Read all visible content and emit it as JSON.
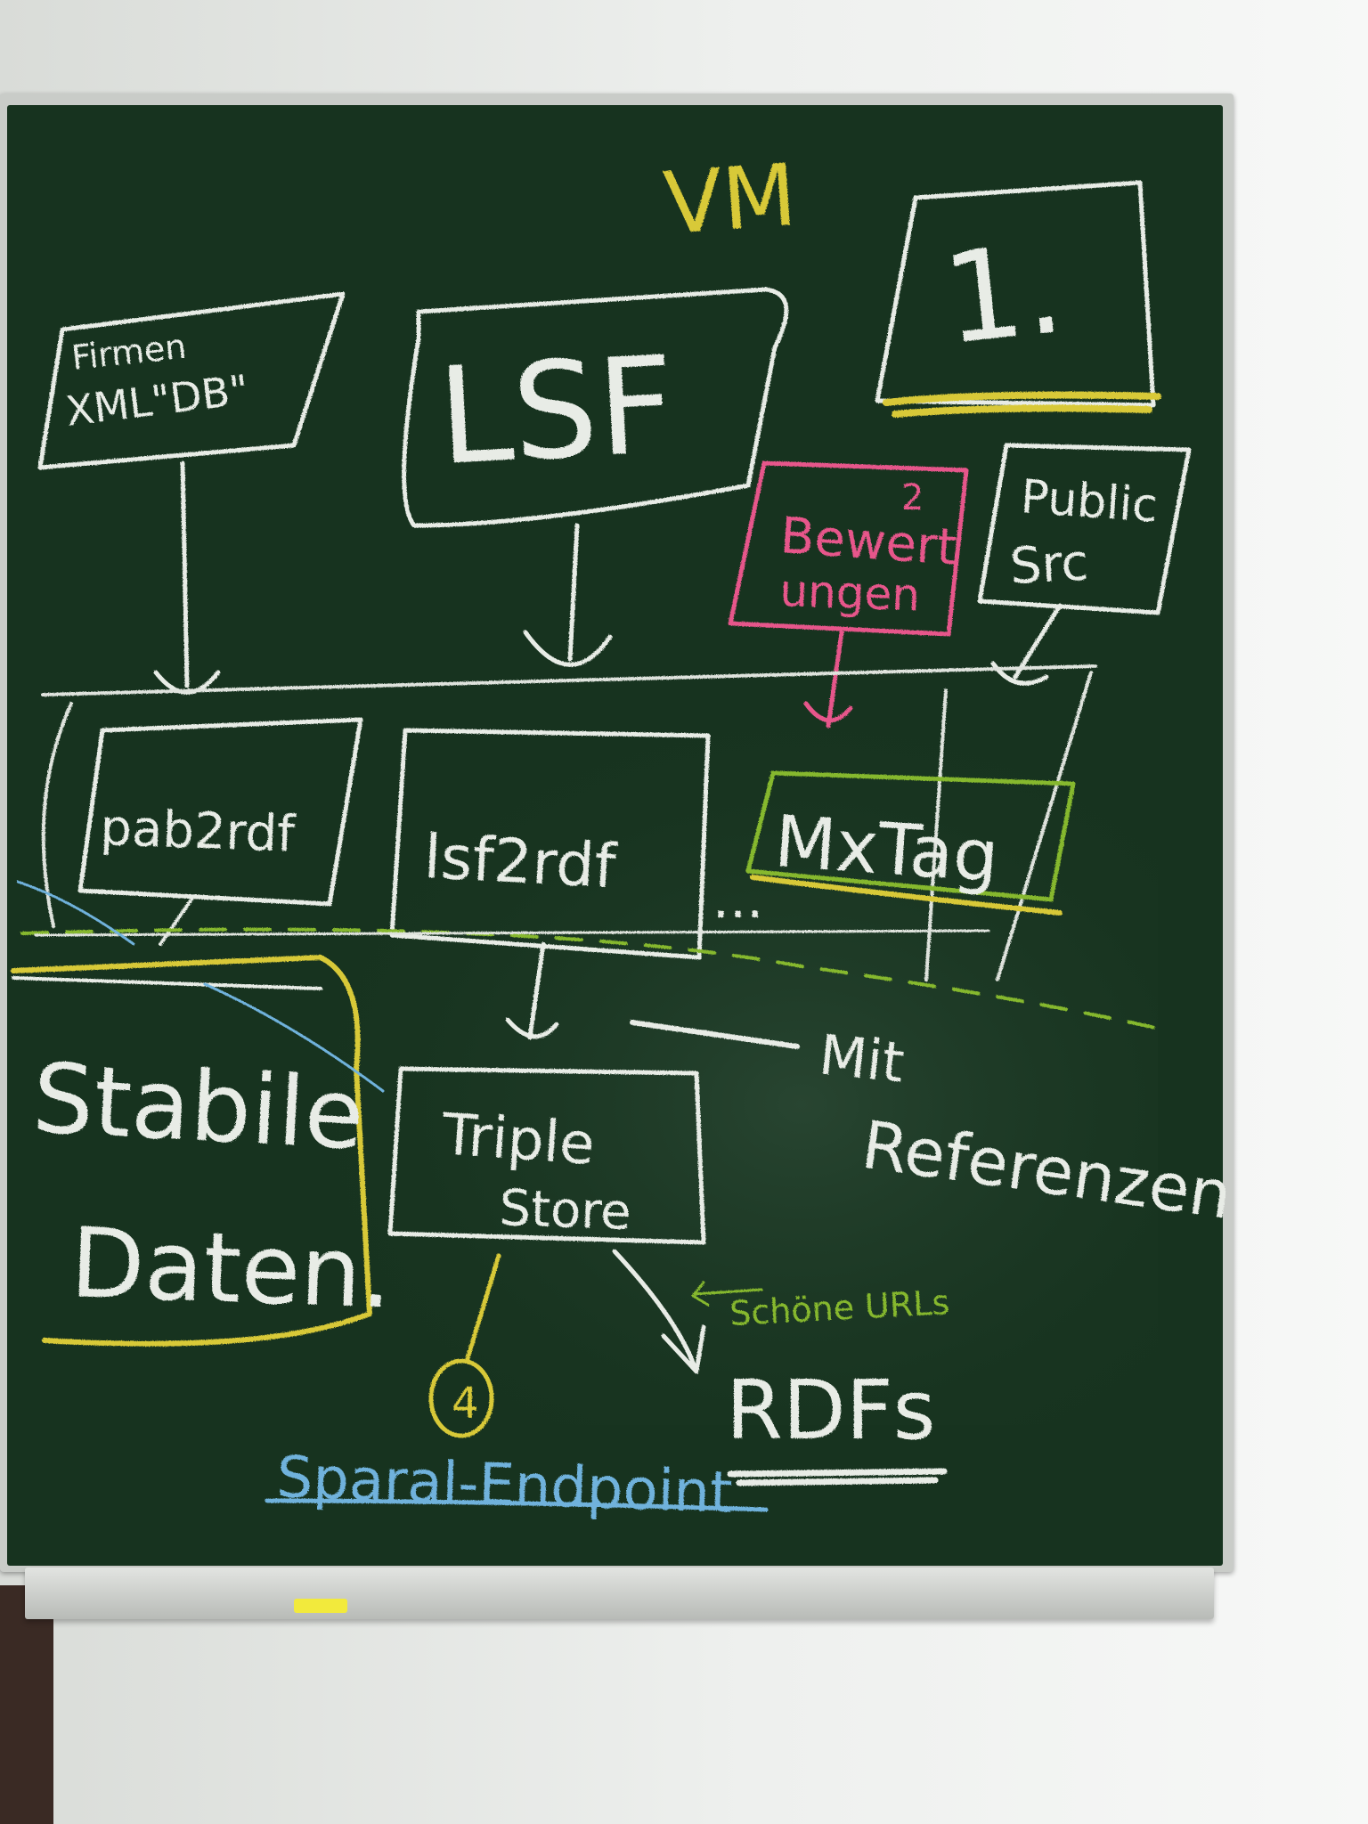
{
  "colors": {
    "board": "#17331f",
    "chalk_white": "#e8ece6",
    "chalk_yellow": "#d8c938",
    "chalk_pink": "#e7578b",
    "chalk_green": "#86b82e",
    "chalk_blue": "#6fb2dc"
  },
  "board": {
    "heading_vm": "VM",
    "firmen_line1": "Firmen",
    "firmen_line2": "XML\"DB\"",
    "lsf": "LSF",
    "number_1": "1.",
    "bewertungen_number": "2",
    "bewertungen_line1": "Bewert",
    "bewertungen_line2": "ungen",
    "public_line1": "Public",
    "public_line2": "Src",
    "pab2rdf": "pab2rdf",
    "lsf2rdf": "lsf2rdf",
    "dots": "...",
    "mxtag": "MxTag",
    "stabile_line1": "Stabile",
    "stabile_line2": "Daten.",
    "triple_line1": "Triple",
    "triple_line2": "Store",
    "mit": "Mit",
    "referenzen": "Referenzen",
    "schoene_urls": "Schöne URLs",
    "rdfs": "RDFs",
    "number_4": "4",
    "sparql_endpoint": "Sparal-Endpoint"
  }
}
